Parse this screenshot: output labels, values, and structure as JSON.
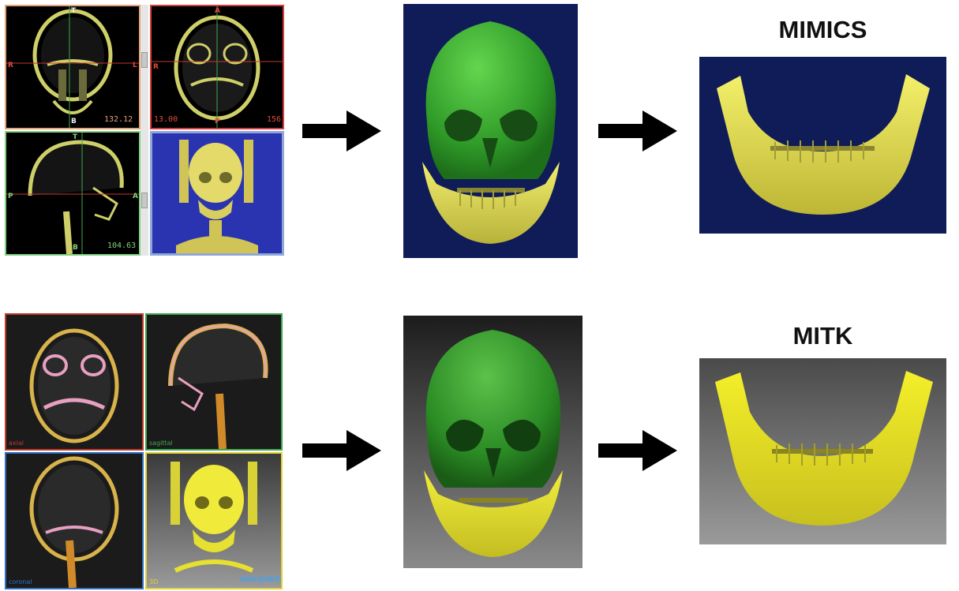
{
  "rows": [
    {
      "id": "mimics",
      "title": "MIMICS",
      "views": {
        "coronal": {
          "labels": [
            "T",
            "R",
            "L",
            "B"
          ],
          "readout": "132.12"
        },
        "axial": {
          "labels": [
            "A",
            "R",
            "P"
          ],
          "readout_left": "13.00",
          "readout_right": "156"
        },
        "sagittal": {
          "labels": [
            "T",
            "P",
            "A",
            "B"
          ],
          "readout": "104.63"
        }
      },
      "colors": {
        "coronal_border": "#e7a27a",
        "axial_border": "#d23c3c",
        "sagittal_border": "#7fd27f",
        "render_border": "#8fa7d8",
        "render_bg": "#2a34b0"
      }
    },
    {
      "id": "mitk",
      "title": "MITK",
      "views": {
        "axial": {
          "label": "axial"
        },
        "sagittal": {
          "label": "sagittal"
        },
        "coronal": {
          "label": "coronal"
        },
        "render": {
          "label": "3D",
          "logo": "mbi@dkfz"
        }
      },
      "colors": {
        "axial_border": "#c0392b",
        "sagittal_border": "#3fa84c",
        "coronal_border": "#2f6fc4",
        "render_border": "#e0d23a"
      }
    }
  ],
  "colors": {
    "bone": "#e3e05a",
    "skull_green": "#3aa82f",
    "dark_navy": "#0f1c58",
    "mitk_gray": "#6b6b6b",
    "arrow": "#000000"
  }
}
